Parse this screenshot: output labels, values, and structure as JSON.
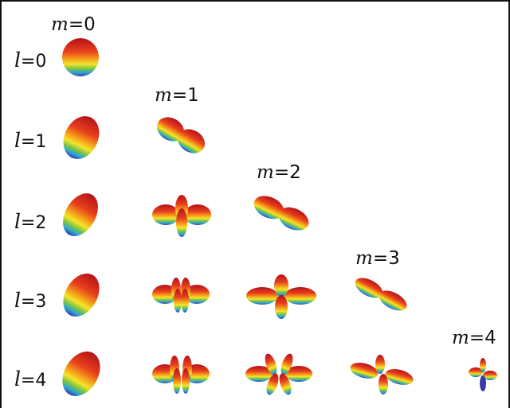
{
  "row_labels": [
    {
      "symbol": "l",
      "rest": "=0"
    },
    {
      "symbol": "l",
      "rest": "=1"
    },
    {
      "symbol": "l",
      "rest": "=2"
    },
    {
      "symbol": "l",
      "rest": "=3"
    },
    {
      "symbol": "l",
      "rest": "=4"
    }
  ],
  "column_labels": [
    {
      "symbol": "m",
      "rest": "=0"
    },
    {
      "symbol": "m",
      "rest": "=1"
    },
    {
      "symbol": "m",
      "rest": "=2"
    },
    {
      "symbol": "m",
      "rest": "=3"
    },
    {
      "symbol": "m",
      "rest": "=4"
    }
  ],
  "harmonic_shapes": [
    {
      "l": 0,
      "m": 0,
      "shape": "sphere"
    },
    {
      "l": 1,
      "m": 0,
      "shape": "tilted-ellipsoid"
    },
    {
      "l": 1,
      "m": 1,
      "shape": "two-lobe"
    },
    {
      "l": 2,
      "m": 0,
      "shape": "tilted-ellipsoid"
    },
    {
      "l": 2,
      "m": 1,
      "shape": "clover"
    },
    {
      "l": 2,
      "m": 2,
      "shape": "two-lobe"
    },
    {
      "l": 3,
      "m": 0,
      "shape": "tilted-ellipsoid"
    },
    {
      "l": 3,
      "m": 1,
      "shape": "multi-lobe"
    },
    {
      "l": 3,
      "m": 2,
      "shape": "cross"
    },
    {
      "l": 3,
      "m": 3,
      "shape": "two-lobe"
    },
    {
      "l": 4,
      "m": 0,
      "shape": "tilted-ellipsoid"
    },
    {
      "l": 4,
      "m": 1,
      "shape": "multi-lobe"
    },
    {
      "l": 4,
      "m": 2,
      "shape": "star"
    },
    {
      "l": 4,
      "m": 3,
      "shape": "cross"
    },
    {
      "l": 4,
      "m": 4,
      "shape": "small-cross"
    }
  ]
}
